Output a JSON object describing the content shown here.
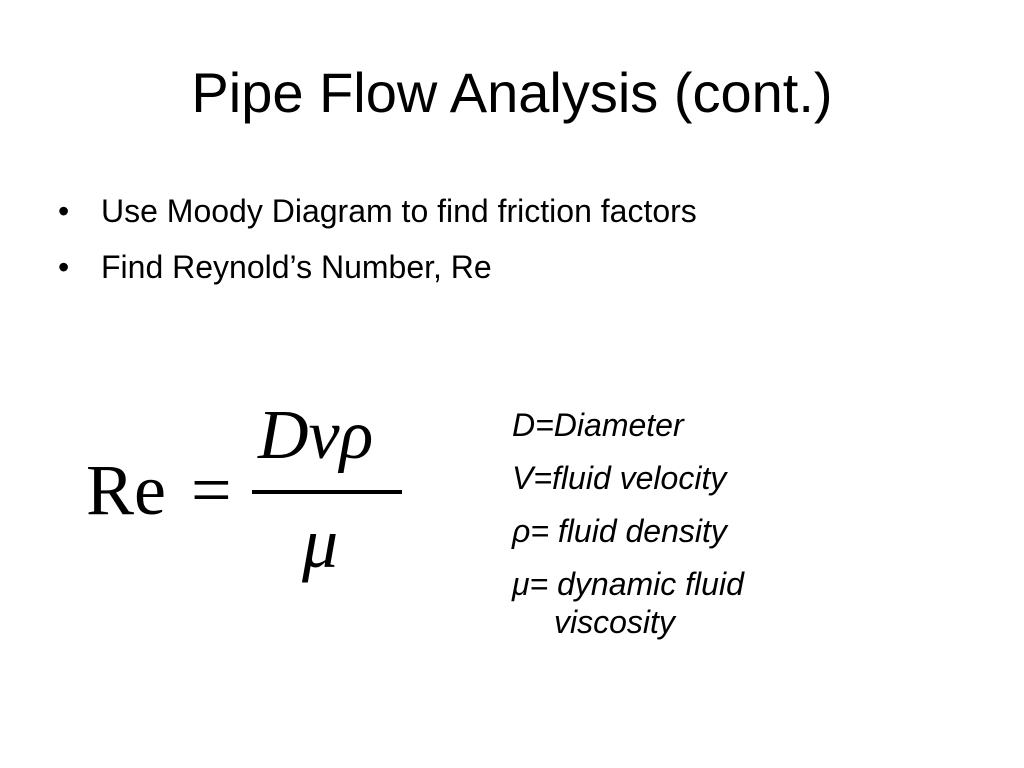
{
  "slide": {
    "title": "Pipe Flow Analysis (cont.)",
    "bullet_symbol": "•",
    "bullets": [
      "Use Moody Diagram to find friction factors",
      "Find Reynold’s Number, Re"
    ],
    "equation": {
      "lhs": "Re",
      "equals": "=",
      "numerator": "Dvρ",
      "denominator": "μ"
    },
    "definitions": [
      "D=Diameter",
      "V=fluid velocity",
      "ρ= fluid density",
      "μ= dynamic fluid viscosity"
    ]
  }
}
